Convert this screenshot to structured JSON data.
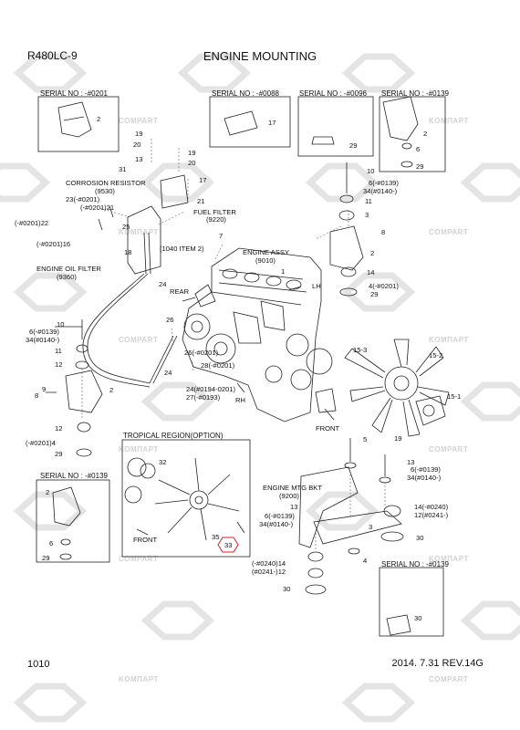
{
  "header": {
    "model": "R480LC-9",
    "title": "ENGINE MOUNTING"
  },
  "footer": {
    "page": "1010",
    "date_rev": "2014. 7.31  REV.14G"
  },
  "watermark": {
    "word_a": "COMPART",
    "word_b": "KOMПАРТ"
  },
  "insets": {
    "serial_0201": "SERIAL NO : -#0201",
    "serial_0088": "SERIAL NO : -#0088",
    "serial_0096": "SERIAL NO : -#0096",
    "serial_0139_top": "SERIAL NO : -#0139",
    "serial_0139_left": "SERIAL NO : -#0139",
    "serial_0139_right": "SERIAL NO : -#0139",
    "tropical": "TROPICAL REGION(OPTION)"
  },
  "labels": {
    "l_2a": "2",
    "l_19a": "19",
    "l_20a": "20",
    "l_19b": "19",
    "l_20b": "20",
    "l_17a": "17",
    "l_29a": "29",
    "l_2b": "2",
    "l_6a": "6",
    "l_29b": "29",
    "l_13a": "13",
    "l_31": "31",
    "l_17b": "17",
    "l_corr": "CORROSION RESISTOR",
    "l_corr_no": "(9530)",
    "l_23": "23(-#0201)",
    "l_21a": "(-#0201)21",
    "l_22": "(-#0201)22",
    "l_21b": "21",
    "l_fuel": "FUEL FILTER",
    "l_fuel_no": "(9220)",
    "l_25": "25",
    "l_16": "(-#0201)16",
    "l_18": "18",
    "l_item2": "(1040 ITEM 2)",
    "l_7": "7",
    "l_oil": "ENGINE OIL FILTER",
    "l_oil_no": "(9360)",
    "l_eng": "ENGINE ASSY",
    "l_eng_no": "(9010)",
    "l_1": "1",
    "l_24a": "24",
    "l_rear": "REAR",
    "l_lh": "LH",
    "l_10a": "10",
    "l_6b": "6(-#0139)",
    "l_34a": "34(#0140-)",
    "l_11a": "11",
    "l_3a": "3",
    "l_8": "8",
    "l_2c": "2",
    "l_14a": "14",
    "l_4a": "4(-#0201)",
    "l_29c": "29",
    "l_26a": "26",
    "l_26b": "26(-#0201)",
    "l_28": "28(-#0201)",
    "l_24b": "24",
    "l_24c": "24(#0194-0201)",
    "l_27": "27(-#0193)",
    "l_rh": "RH",
    "l_10b": "10",
    "l_6c": "6(-#0139)",
    "l_34b": "34(#0140-)",
    "l_11b": "11",
    "l_12a": "12",
    "l_9": "9",
    "l_8b": "8",
    "l_2d": "2",
    "l_12b": "12",
    "l_4b": "(-#0201)4",
    "l_29d": "29",
    "l_15_3": "15-3",
    "l_15_2": "15-2",
    "l_15_1": "15-1",
    "l_19c": "19",
    "l_front_a": "FRONT",
    "l_5": "5",
    "l_13b": "13",
    "l_6d": "6(-#0139)",
    "l_34c": "34(#0140-)",
    "l_32": "32",
    "l_mtg": "ENGINE MTG BKT",
    "l_mtg_no": "(9200)",
    "l_13c": "13",
    "l_6e": "6(-#0139)",
    "l_34d": "34(#0140-)",
    "l_3b": "3",
    "l_14b": "14(-#0240)",
    "l_12c": "12(#0241-)",
    "l_30a": "30",
    "l_front_b": "FRONT",
    "l_35": "35",
    "l_33": "33",
    "l_14c": "(-#0240)14",
    "l_12d": "(#0241-)12",
    "l_30b": "30",
    "l_2e": "2",
    "l_6f": "6",
    "l_29e": "29",
    "l_30c": "30",
    "l_4c": "4"
  }
}
